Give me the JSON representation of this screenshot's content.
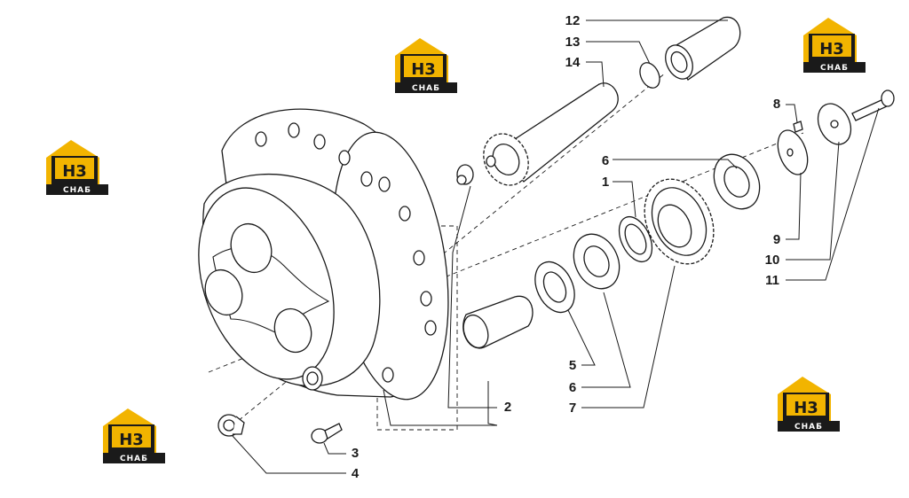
{
  "diagram": {
    "callouts": [
      "1",
      "2",
      "3",
      "4",
      "5",
      "6",
      "6",
      "7",
      "8",
      "9",
      "10",
      "11",
      "12",
      "13",
      "14"
    ]
  },
  "watermark": {
    "logo_top": "H3",
    "logo_bottom": "CHAБ",
    "accent": "#f2b400",
    "dark": "#1a1a1a"
  }
}
